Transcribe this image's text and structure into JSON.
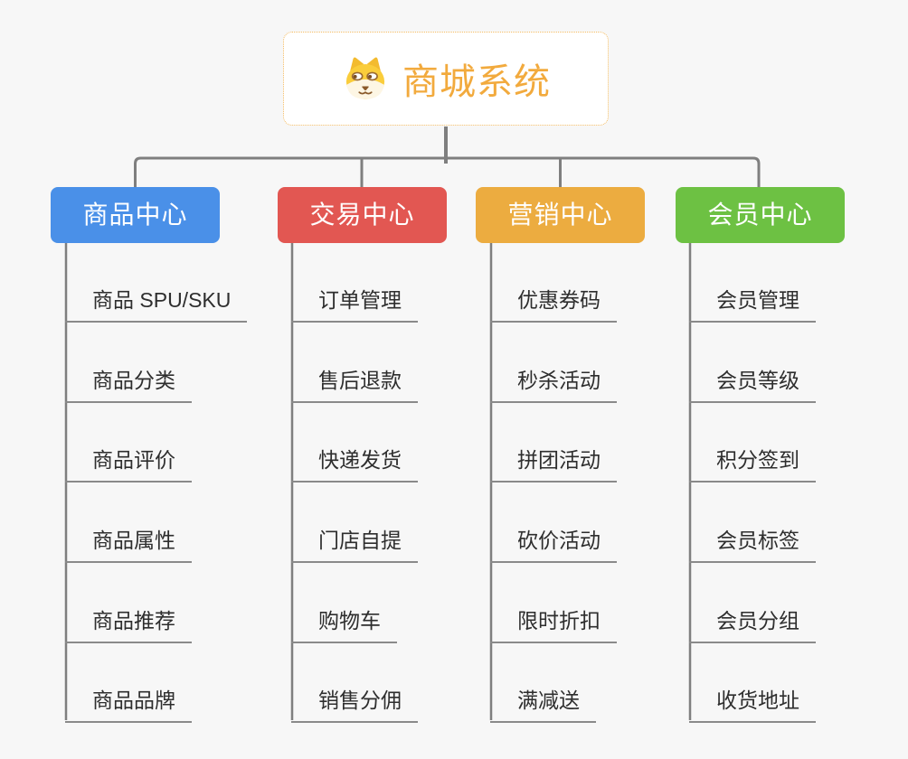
{
  "root": {
    "title": "商城系统",
    "icon": "shiba-dog-icon"
  },
  "branches": [
    {
      "label": "商品中心",
      "color": "#4a90e8",
      "items": [
        "商品 SPU/SKU",
        "商品分类",
        "商品评价",
        "商品属性",
        "商品推荐",
        "商品品牌"
      ]
    },
    {
      "label": "交易中心",
      "color": "#e25752",
      "items": [
        "订单管理",
        "售后退款",
        "快递发货",
        "门店自提",
        "购物车",
        "销售分佣"
      ]
    },
    {
      "label": "营销中心",
      "color": "#ecac40",
      "items": [
        "优惠券码",
        "秒杀活动",
        "拼团活动",
        "砍价活动",
        "限时折扣",
        "满减送"
      ]
    },
    {
      "label": "会员中心",
      "color": "#6dc143",
      "items": [
        "会员管理",
        "会员等级",
        "积分签到",
        "会员标签",
        "会员分组",
        "收货地址"
      ]
    }
  ],
  "colors": {
    "background": "#f7f7f7",
    "connector_line": "#7f7f7f",
    "leaf_underline": "#8a8a8a",
    "root_title": "#f2aa3d",
    "root_border": "#f4bc62",
    "leaf_text": "#2e2e2e"
  }
}
